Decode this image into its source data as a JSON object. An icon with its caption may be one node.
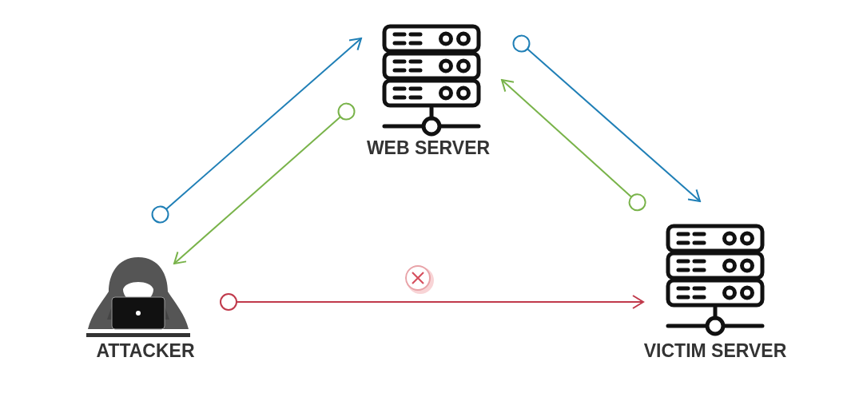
{
  "diagram": {
    "nodes": [
      {
        "text": [
          "WEB SERVER"
        ]
      },
      {
        "text": [
          "ATTACKER"
        ]
      },
      {
        "text": [
          "VICTIM SERVER"
        ]
      }
    ],
    "edges": [
      {
        "from": 1,
        "to": 0,
        "arrow": "to",
        "color": "#1f7fb6"
      },
      {
        "from": 0,
        "to": 1,
        "arrow": "to",
        "color": "#79b34a"
      },
      {
        "from": 0,
        "to": 2,
        "arrow": "to",
        "color": "#1f7fb6"
      },
      {
        "from": 2,
        "to": 0,
        "arrow": "to",
        "color": "#79b34a"
      },
      {
        "from": 1,
        "to": 2,
        "arrow": "to",
        "color": "#c0394b"
      }
    ]
  }
}
